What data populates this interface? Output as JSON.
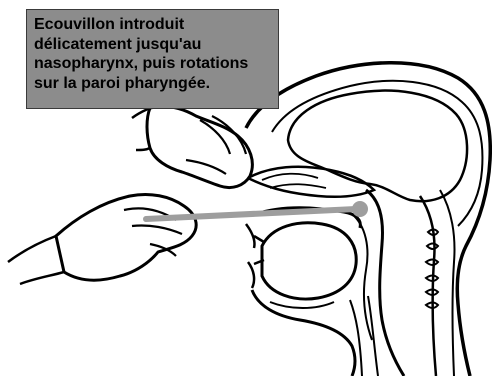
{
  "caption": {
    "lines": [
      "Ecouvillon introduit",
      "délicatement jusqu'au",
      "nasopharynx, puis rotations",
      "sur la paroi pharyngée."
    ],
    "background_color": "#8c8c8c",
    "text_color": "#000000"
  },
  "illustration": {
    "subject": "sagittal head section with nasopharyngeal swab insertion",
    "swab_color": "#9e9e9e",
    "line_color": "#000000"
  }
}
